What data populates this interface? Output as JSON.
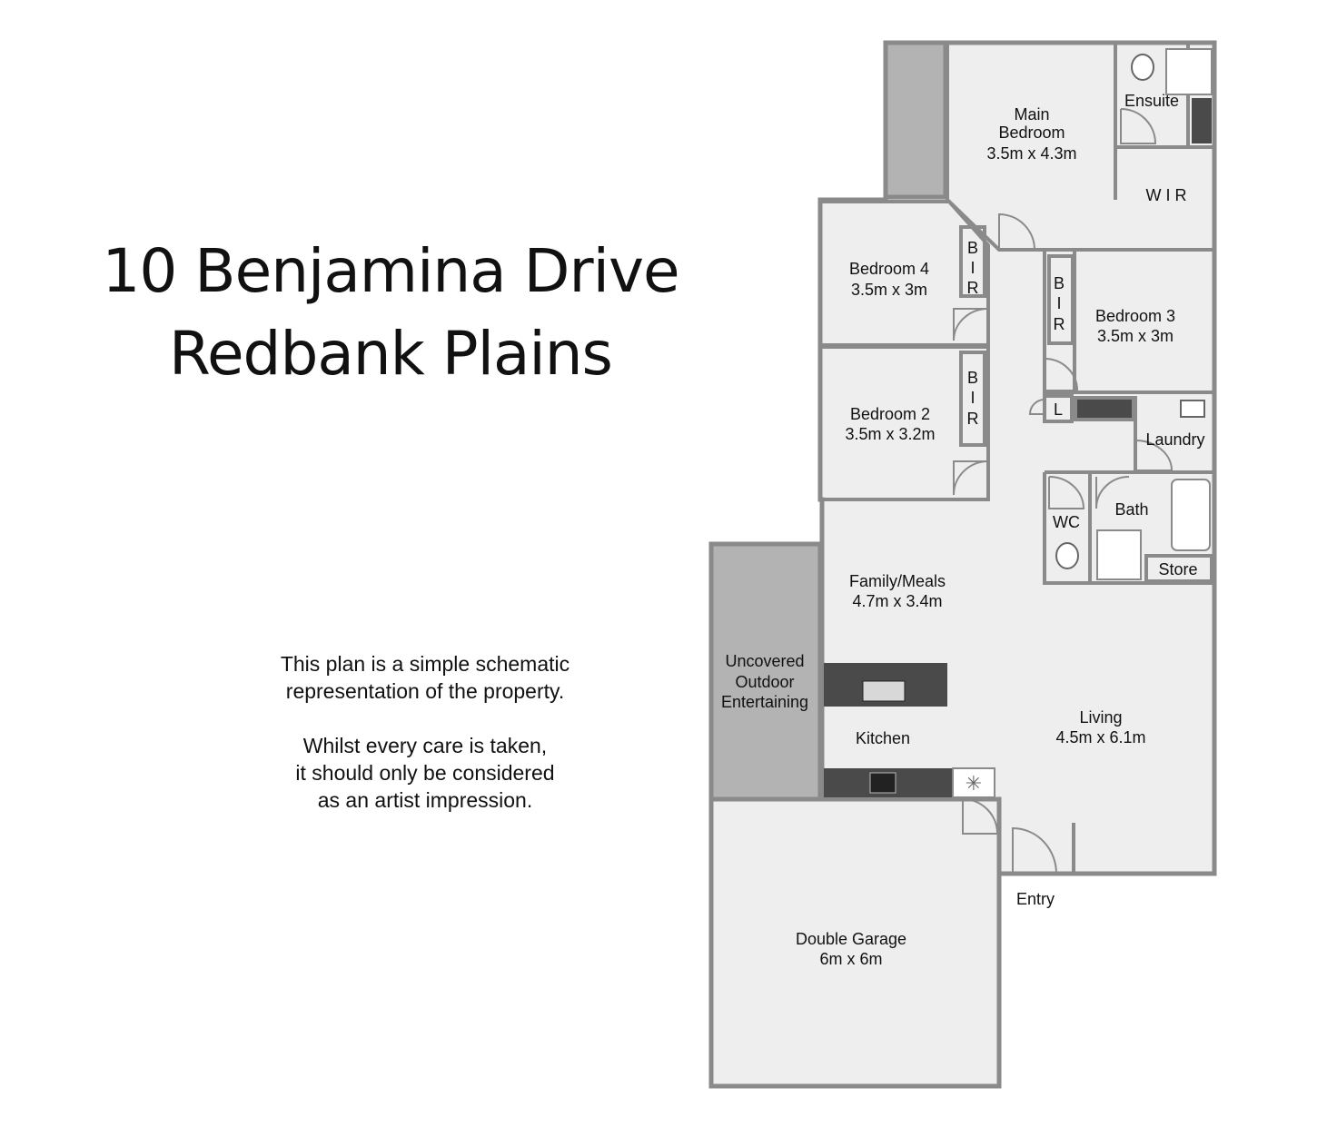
{
  "address": {
    "line1": "10 Benjamina Drive",
    "line2": "Redbank Plains"
  },
  "disclaimer": {
    "para1": [
      "This plan is a simple schematic",
      "representation of the property."
    ],
    "para2": [
      "Whilst every care is taken,",
      "it should only be considered",
      "as an artist impression."
    ]
  },
  "rooms": {
    "main_bedroom": [
      "Main",
      "Bedroom",
      "3.5m x 4.3m"
    ],
    "ensuite": "Ensuite",
    "wir": "W I R",
    "bedroom4": [
      "Bedroom 4",
      "3.5m x 3m"
    ],
    "bir_b4": [
      "B",
      "I",
      "R"
    ],
    "bedroom3": [
      "Bedroom 3",
      "3.5m x 3m"
    ],
    "bir_b3": [
      "B",
      "I",
      "R"
    ],
    "bedroom2": [
      "Bedroom 2",
      "3.5m x 3.2m"
    ],
    "bir_b2": [
      "B",
      "I",
      "R"
    ],
    "linen": "L",
    "laundry": "Laundry",
    "wc": "WC",
    "bath": "Bath",
    "store": "Store",
    "family_meals": [
      "Family/Meals",
      "4.7m x 3.4m"
    ],
    "outdoor": [
      "Uncovered",
      "Outdoor",
      "Entertaining"
    ],
    "kitchen": "Kitchen",
    "living": [
      "Living",
      "4.5m x 6.1m"
    ],
    "entry": "Entry",
    "garage": [
      "Double Garage",
      "6m x 6m"
    ]
  },
  "colors": {
    "floor": "#eeeeee",
    "wall": "#8a8a8a",
    "outdoor": "#b3b3b3",
    "bench": "#4a4a4a"
  }
}
